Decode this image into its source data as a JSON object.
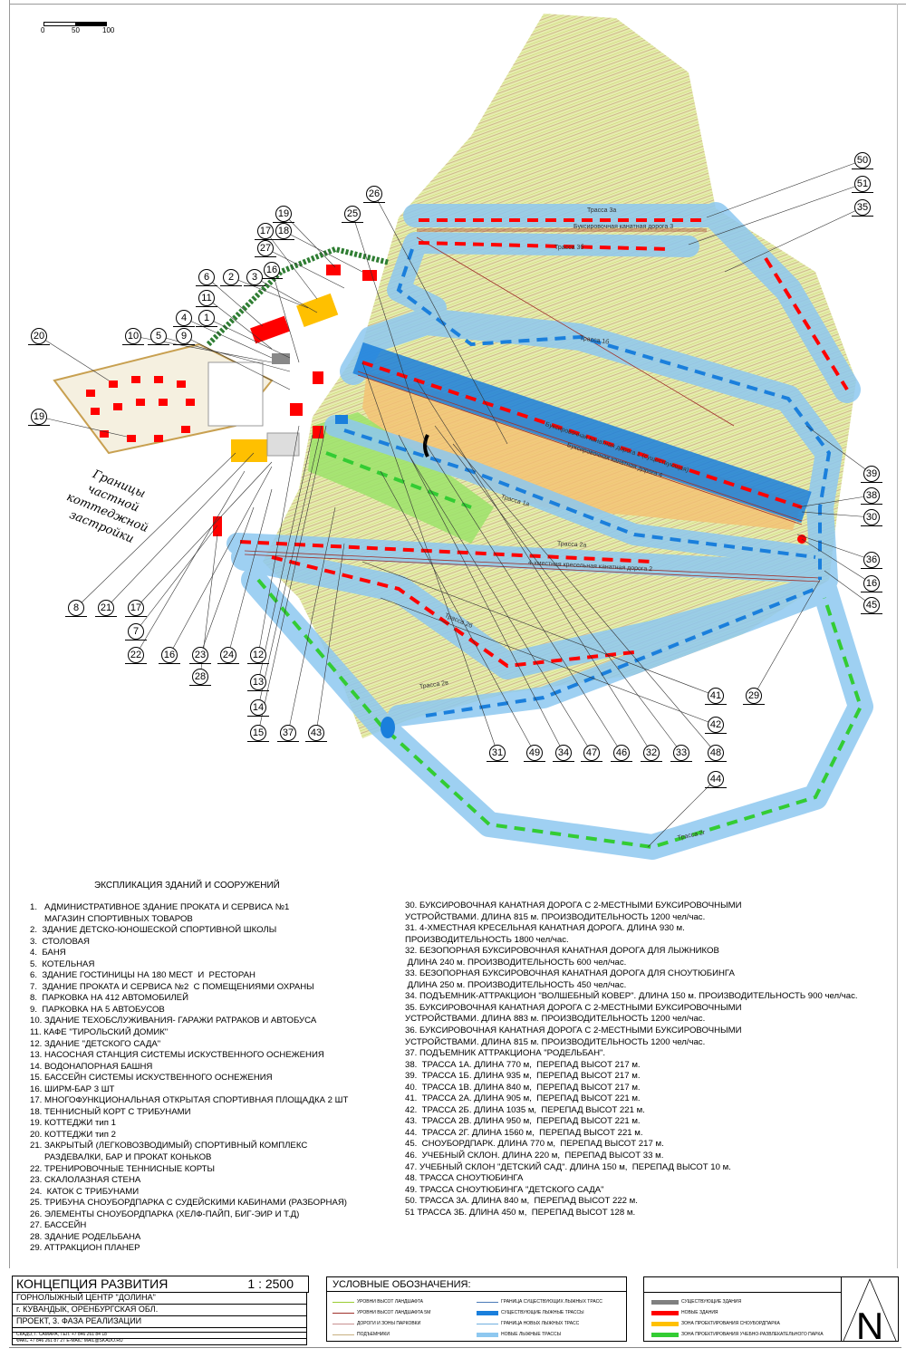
{
  "scale_bar": {
    "ticks": [
      "0",
      "50",
      "100"
    ]
  },
  "map": {
    "cottage_boundary_label": "Границы частной коттеджной застройки",
    "trail_labels": {
      "t3a": "Трасса 3а",
      "lift3": "Буксировочная канатная дорога 3",
      "t3b": "Трасса 3б",
      "t1b": "Трасса 1б",
      "lift1": "Буксировочная канатная дорога 1 (существующая)",
      "lift4": "Буксировочная канатная дорога 4",
      "t1a": "Трасса 1а",
      "t2a": "Трасса 2а",
      "lift2": "4-хместная кресельная канатная дорога 2",
      "t2b": "Трасса 2б",
      "t2v": "Трасса 2в",
      "t2g": "Трасса 2г"
    },
    "callouts": [
      "50",
      "51",
      "35",
      "26",
      "25",
      "19",
      "18",
      "17",
      "27",
      "16",
      "6",
      "2",
      "3",
      "11",
      "4",
      "1",
      "10",
      "5",
      "9",
      "20",
      "19",
      "39",
      "38",
      "30",
      "36",
      "16",
      "45",
      "8",
      "21",
      "17",
      "7",
      "22",
      "16",
      "23",
      "24",
      "12",
      "28",
      "13",
      "14",
      "15",
      "37",
      "43",
      "41",
      "29",
      "42",
      "31",
      "49",
      "34",
      "47",
      "46",
      "32",
      "33",
      "48",
      "44"
    ],
    "colors": {
      "terrain": "#e3e9a6",
      "new_trail": "#8ec8f0",
      "existing_trail": "#1a7fdc",
      "new_building": "#ff0000",
      "snowpark_zone": "#ffc000",
      "edu_zone": "#33cc33"
    }
  },
  "explication": {
    "title": "ЭКСПЛИКАЦИЯ ЗДАНИЙ И СООРУЖЕНИЙ",
    "left": [
      "1.   АДМИНИСТРАТИВНОЕ ЗДАНИЕ ПРОКАТА И СЕРВИСА №1",
      "      МАГАЗИН СПОРТИВНЫХ ТОВАРОВ",
      "2.  ЗДАНИЕ ДЕТСКО-ЮНОШЕСКОЙ СПОРТИВНОЙ ШКОЛЫ",
      "3.  СТОЛОВАЯ",
      "4.  БАНЯ",
      "5.  КОТЕЛЬНАЯ",
      "6.  ЗДАНИЕ ГОСТИНИЦЫ НА 180 МЕСТ  И  РЕСТОРАН",
      "7.  ЗДАНИЕ ПРОКАТА И СЕРВИСА №2  С ПОМЕЩЕНИЯМИ ОХРАНЫ",
      "8.  ПАРКОВКА НА 412 АВТОМОБИЛЕЙ",
      "9.  ПАРКОВКА НА 5 АВТОБУСОВ",
      "10. ЗДАНИЕ ТЕХОБСЛУЖИВАНИЯ- ГАРАЖИ РАТРАКОВ И АВТОБУСА",
      "11. КАФЕ \"ТИРОЛЬСКИЙ ДОМИК\"",
      "12. ЗДАНИЕ \"ДЕТСКОГО САДА\"",
      "13. НАСОСНАЯ СТАНЦИЯ СИСТЕМЫ ИСКУСТВЕННОГО ОСНЕЖЕНИЯ",
      "14. ВОДОНАПОРНАЯ БАШНЯ",
      "15. БАССЕЙН СИСТЕМЫ ИСКУСТВЕННОГО ОСНЕЖЕНИЯ",
      "16. ШИРМ-БАР 3 ШТ",
      "17. МНОГОФУНКЦИОНАЛЬНАЯ ОТКРЫТАЯ СПОРТИВНАЯ ПЛОЩАДКА 2 ШТ",
      "18. ТЕННИСНЫЙ КОРТ С ТРИБУНАМИ",
      "19. КОТТЕДЖИ тип 1",
      "20. КОТТЕДЖИ тип 2",
      "21. ЗАКРЫТЫЙ (ЛЕГКОВОЗВОДИМЫЙ) СПОРТИВНЫЙ КОМПЛЕКС",
      "      РАЗДЕВАЛКИ, БАР И ПРОКАТ КОНЬКОВ",
      "22. ТРЕНИРОВОЧНЫЕ ТЕННИСНЫЕ КОРТЫ",
      "23. СКАЛОЛАЗНАЯ СТЕНА",
      "24.  КАТОК С ТРИБУНАМИ",
      "25. ТРИБУНА СНОУБОРДПАРКА С СУДЕЙСКИМИ КАБИНАМИ (РАЗБОРНАЯ)",
      "26. ЭЛЕМЕНТЫ СНОУБОРДПАРКА (ХЕЛФ-ПАЙП, БИГ-ЭИР И Т.Д)",
      "27. БАССЕЙН",
      "28. ЗДАНИЕ РОДЕЛЬБАНА",
      "29. АТТРАКЦИОН ПЛАНЕР"
    ],
    "right": [
      "30. БУКСИРОВОЧНАЯ КАНАТНАЯ ДОРОГА С 2-МЕСТНЫМИ БУКСИРОВОЧНЫМИ",
      "УСТРОЙСТВАМИ. ДЛИНА 815 м. ПРОИЗВОДИТЕЛЬНОСТЬ 1200 чел/час.",
      "31. 4-ХМЕСТНАЯ КРЕСЕЛЬНАЯ КАНАТНАЯ ДОРОГА. ДЛИНА 930 м.",
      "ПРОИЗВОДИТЕЛЬНОСТЬ 1800 чел/час.",
      "32. БЕЗОПОРНАЯ БУКСИРОВОЧНАЯ КАНАТНАЯ ДОРОГА ДЛЯ ЛЫЖНИКОВ",
      " ДЛИНА 240 м. ПРОИЗВОДИТЕЛЬНОСТЬ 600 чел/час.",
      "33. БЕЗОПОРНАЯ БУКСИРОВОЧНАЯ КАНАТНАЯ ДОРОГА ДЛЯ СНОУТЮБИНГА",
      " ДЛИНА 250 м. ПРОИЗВОДИТЕЛЬНОСТЬ 450 чел/час.",
      "34. ПОДЪЕМНИК-АТТРАКЦИОН \"ВОЛШЕБНЫЙ КОВЕР\". ДЛИНА 150 м. ПРОИЗВОДИТЕЛЬНОСТЬ 900 чел/час.",
      "35. БУКСИРОВОЧНАЯ КАНАТНАЯ ДОРОГА С 2-МЕСТНЫМИ БУКСИРОВОЧНЫМИ",
      "УСТРОЙСТВАМИ. ДЛИНА 883 м. ПРОИЗВОДИТЕЛЬНОСТЬ 1200 чел/час.",
      "36. БУКСИРОВОЧНАЯ КАНАТНАЯ ДОРОГА С 2-МЕСТНЫМИ БУКСИРОВОЧНЫМИ",
      "УСТРОЙСТВАМИ. ДЛИНА 815 м. ПРОИЗВОДИТЕЛЬНОСТЬ 1200 чел/час.",
      "37. ПОДЪЕМНИК АТТРАКЦИОНА \"РОДЕЛЬБАН\".",
      "38.  ТРАССА 1А. ДЛИНА 770 м,  ПЕРЕПАД ВЫСОТ 217 м.",
      "39.  ТРАССА 1Б. ДЛИНА 935 м,  ПЕРЕПАД ВЫСОТ 217 м.",
      "40.  ТРАССА 1В. ДЛИНА 840 м,  ПЕРЕПАД ВЫСОТ 217 м.",
      "41.  ТРАССА 2А. ДЛИНА 905 м,  ПЕРЕПАД ВЫСОТ 221 м.",
      "42.  ТРАССА 2Б. ДЛИНА 1035 м,  ПЕРЕПАД ВЫСОТ 221 м.",
      "43.  ТРАССА 2В. ДЛИНА 950 м,  ПЕРЕПАД ВЫСОТ 221 м.",
      "44.  ТРАССА 2Г. ДЛИНА 1560 м,  ПЕРЕПАД ВЫСОТ 221 м.",
      "45.  СНОУБОРДПАРК. ДЛИНА 770 м,  ПЕРЕПАД ВЫСОТ 217 м.",
      "46.  УЧЕБНЫЙ СКЛОН. ДЛИНА 220 м,  ПЕРЕПАД ВЫСОТ 33 м.",
      "47. УЧЕБНЫЙ СКЛОН \"ДЕТСКИЙ САД\". ДЛИНА 150 м,  ПЕРЕПАД ВЫСОТ 10 м.",
      "48. ТРАССА СНОУТЮБИНГА",
      "49. ТРАССА СНОУТЮБИНГА \"ДЕТСКОГО САДА\"",
      "50. ТРАССА 3А. ДЛИНА 840 м,  ПЕРЕПАД ВЫСОТ 222 м.",
      "51 ТРАССА 3Б. ДЛИНА 450 м,  ПЕРЕПАД ВЫСОТ 128 м."
    ]
  },
  "title_block": {
    "title": "КОНЦЕПЦИЯ РАЗВИТИЯ",
    "scale": "1 : 2500",
    "line1": "ГОРНОЛЫЖНЫЙ ЦЕНТР \"ДОЛИНА\"",
    "line2": "г. КУВАНДЫК, ОРЕНБУРГСКАЯ ОБЛ.",
    "line3": "ПРОЕКТ,  3. ФАЗА РЕАЛИЗАЦИИ",
    "contact1": "СКАДО, Г. САМАРА, ТЕЛ. +7 846 261 84 18",
    "contact2": "ФАКС +7 846 261 87 27 E-MAIL:  MAIL@SKADO.RU"
  },
  "legend": {
    "title": "УСЛОВНЫЕ ОБОЗНАЧЕНИЯ:",
    "lines": [
      {
        "label": "УРОВНИ ВЫСОТ ЛАНДШАФТА",
        "color": "#9acd32"
      },
      {
        "label": "УРОВНИ ВЫСОТ ЛАНДШАФТА 5М",
        "color": "#a0302a"
      },
      {
        "label": "ДОРОГИ И ЗОНЫ ПАРКОВКИ",
        "color": "#c89090"
      },
      {
        "label": "ПОДЪЕМНИКИ",
        "color": "#c8b080"
      },
      {
        "label": "ГРАНИЦА СУЩЕСТВУЮЩИХ ЛЫЖНЫХ ТРАСС",
        "color": "#4a7ab8"
      },
      {
        "label": "СУЩЕСТВУЮЩИЕ ЛЫЖНЫЕ ТРАССЫ",
        "color": "#1a7fdc"
      },
      {
        "label": "ГРАНИЦА НОВЫХ ЛЫЖНЫХ ТРАСС",
        "color": "#70b0e0"
      },
      {
        "label": "НОВЫЕ ЛЫЖНЫЕ ТРАССЫ",
        "color": "#8ec8f0"
      }
    ],
    "zones": [
      {
        "label": "СУЩЕСТВУЮЩИЕ ЗДАНИЯ",
        "color": "#808080"
      },
      {
        "label": "НОВЫЕ ЗДАНИЯ",
        "color": "#ff0000"
      },
      {
        "label": "ЗОНА ПРОЕКТИРОВАНИЯ СНОУБОРДПАРКА",
        "color": "#ffc000"
      },
      {
        "label": "ЗОНА ПРОЕКТИРОВАНИЯ УЧЕБНО-РАЗВЛЕКАТЕЛЬНОГО ПАРКА",
        "color": "#33cc33"
      }
    ],
    "north": "N"
  }
}
